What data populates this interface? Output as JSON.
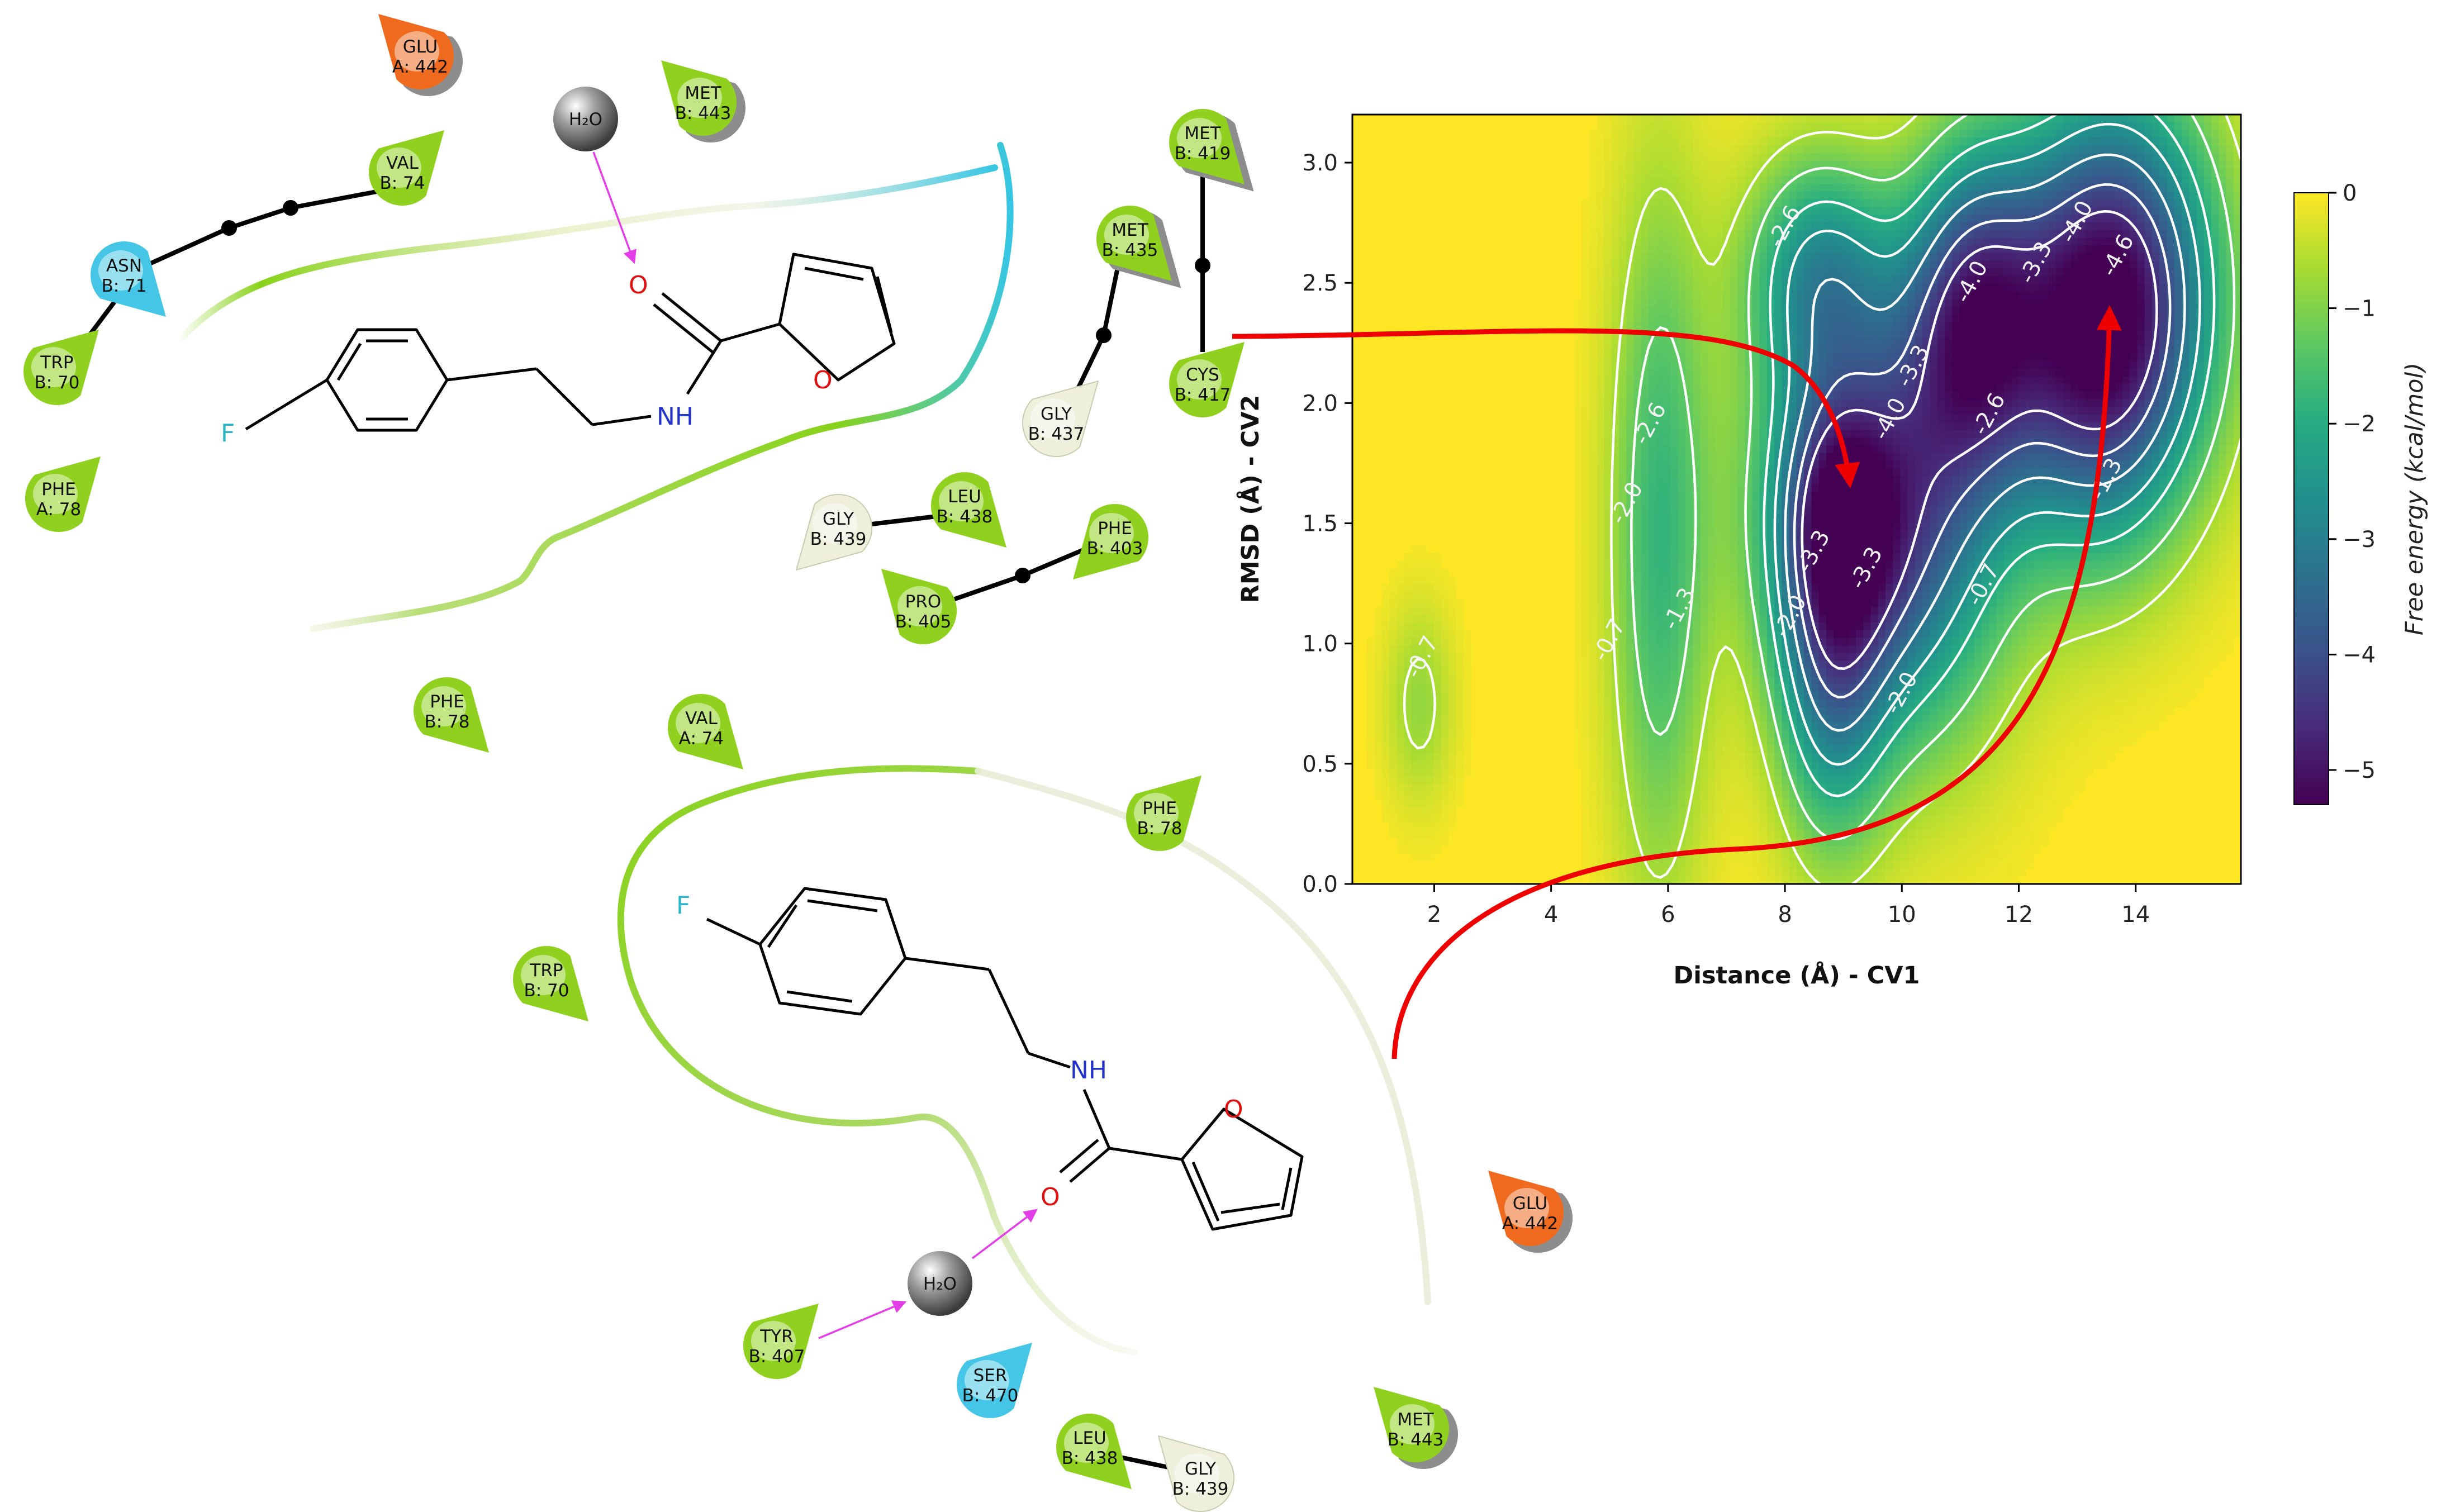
{
  "residues_top": [
    {
      "id": "glu-a442-top",
      "name": "GLU",
      "num": "A: 442",
      "kind": "negative"
    },
    {
      "id": "met-b443-top",
      "name": "MET",
      "num": "B: 443",
      "kind": "hydrophobic"
    },
    {
      "id": "val-b74-top",
      "name": "VAL",
      "num": "B: 74",
      "kind": "hydrophobic"
    },
    {
      "id": "asn-b71-top",
      "name": "ASN",
      "num": "B: 71",
      "kind": "polar"
    },
    {
      "id": "trp-b70-top",
      "name": "TRP",
      "num": "B: 70",
      "kind": "hydrophobic"
    },
    {
      "id": "phe-a78-top",
      "name": "PHE",
      "num": "A: 78",
      "kind": "hydrophobic"
    },
    {
      "id": "met-b419-top",
      "name": "MET",
      "num": "B: 419",
      "kind": "hydrophobic"
    },
    {
      "id": "met-b435-top",
      "name": "MET",
      "num": "B: 435",
      "kind": "hydrophobic"
    },
    {
      "id": "cys-b417-top",
      "name": "CYS",
      "num": "B: 417",
      "kind": "hydrophobic"
    },
    {
      "id": "gly-b437-top",
      "name": "GLY",
      "num": "B: 437",
      "kind": "glycine"
    },
    {
      "id": "leu-b438-top",
      "name": "LEU",
      "num": "B: 438",
      "kind": "hydrophobic"
    },
    {
      "id": "gly-b439-top",
      "name": "GLY",
      "num": "B: 439",
      "kind": "glycine"
    },
    {
      "id": "phe-b403-top",
      "name": "PHE",
      "num": "B: 403",
      "kind": "hydrophobic"
    },
    {
      "id": "pro-b405-top",
      "name": "PRO",
      "num": "B: 405",
      "kind": "hydrophobic"
    },
    {
      "id": "phe-b78-top",
      "name": "PHE",
      "num": "B: 78",
      "kind": "hydrophobic"
    },
    {
      "id": "val-a74-top",
      "name": "VAL",
      "num": "A: 74",
      "kind": "hydrophobic"
    }
  ],
  "residues_bottom": [
    {
      "id": "phe-b78-bot",
      "name": "PHE",
      "num": "B: 78",
      "kind": "hydrophobic"
    },
    {
      "id": "trp-b70-bot",
      "name": "TRP",
      "num": "B: 70",
      "kind": "hydrophobic"
    },
    {
      "id": "glu-a442-bot",
      "name": "GLU",
      "num": "A: 442",
      "kind": "negative"
    },
    {
      "id": "tyr-b407-bot",
      "name": "TYR",
      "num": "B: 407",
      "kind": "hydrophobic"
    },
    {
      "id": "ser-b470-bot",
      "name": "SER",
      "num": "B: 470",
      "kind": "polar"
    },
    {
      "id": "leu-b438-bot",
      "name": "LEU",
      "num": "B: 438",
      "kind": "hydrophobic"
    },
    {
      "id": "gly-b439-bot",
      "name": "GLY",
      "num": "B: 439",
      "kind": "glycine"
    },
    {
      "id": "met-b443-bot",
      "name": "MET",
      "num": "B: 443",
      "kind": "hydrophobic"
    }
  ],
  "water_label": "H₂O",
  "atoms": {
    "fluorine": "F",
    "oxygen": "O",
    "amide_nh": "NH"
  },
  "colors": {
    "hydrophobic": "#8fd11e",
    "polar": "#45c6e6",
    "negative": "#ef6a1f",
    "glycine": "#eef0dc",
    "hbond": "#e43ee8",
    "arrow": "#ee0000",
    "pocket": "#88d21a",
    "pocket_polar": "#36c6e4"
  },
  "chart_data": {
    "type": "heatmap",
    "title": "",
    "xlabel": "Distance (Å) - CV1",
    "ylabel": "RMSD (Å) - CV2",
    "xlim": [
      0.6,
      15.8
    ],
    "ylim": [
      0.0,
      3.2
    ],
    "xticks": [
      2,
      4,
      6,
      8,
      10,
      12,
      14
    ],
    "xtick_labels": [
      "2",
      "4",
      "6",
      "8",
      "10",
      "12",
      "14"
    ],
    "yticks": [
      0.0,
      0.5,
      1.0,
      1.5,
      2.0,
      2.5,
      3.0
    ],
    "ytick_labels": [
      "0.0",
      "0.5",
      "1.0",
      "1.5",
      "2.0",
      "2.5",
      "3.0"
    ],
    "colorbar": {
      "label": "Free energy (kcal/mol)",
      "min": -5.3,
      "max": 0,
      "ticks": [
        0,
        -1,
        -2,
        -3,
        -4,
        -5
      ],
      "tick_labels": [
        "0",
        "−1",
        "−2",
        "−3",
        "−4",
        "−5"
      ],
      "colormap": "viridis"
    },
    "contour_levels": [
      -0.7,
      -1.3,
      -2.0,
      -2.6,
      -3.3,
      -4.0,
      -4.6
    ],
    "contour_labels": [
      {
        "text": "-0.7",
        "x": 1.9,
        "y": 0.93
      },
      {
        "text": "-0.7",
        "x": 5.1,
        "y": 1.0
      },
      {
        "text": "-2.0",
        "x": 5.4,
        "y": 1.57
      },
      {
        "text": "-2.6",
        "x": 5.8,
        "y": 1.9
      },
      {
        "text": "-1.3",
        "x": 6.3,
        "y": 1.13
      },
      {
        "text": "-2.6",
        "x": 8.1,
        "y": 2.72
      },
      {
        "text": "-4.0",
        "x": 9.9,
        "y": 1.92
      },
      {
        "text": "-3.3",
        "x": 8.6,
        "y": 1.37
      },
      {
        "text": "-2.0",
        "x": 8.2,
        "y": 1.1
      },
      {
        "text": "-3.3",
        "x": 9.5,
        "y": 1.3
      },
      {
        "text": "-2.0",
        "x": 10.1,
        "y": 0.78
      },
      {
        "text": "-0.7",
        "x": 11.5,
        "y": 1.23
      },
      {
        "text": "-3.3",
        "x": 10.3,
        "y": 2.14
      },
      {
        "text": "-4.0",
        "x": 11.3,
        "y": 2.49
      },
      {
        "text": "-2.6",
        "x": 11.6,
        "y": 1.94
      },
      {
        "text": "-3.3",
        "x": 12.4,
        "y": 2.57
      },
      {
        "text": "-4.0",
        "x": 13.1,
        "y": 2.74
      },
      {
        "text": "-4.6",
        "x": 13.8,
        "y": 2.6
      },
      {
        "text": "-1.3",
        "x": 13.6,
        "y": 1.67
      }
    ],
    "basins": [
      {
        "x": 1.75,
        "y": 0.75,
        "sx": 0.42,
        "sy": 0.3,
        "depth": 0.85
      },
      {
        "x": 5.85,
        "y": 1.45,
        "sx": 0.6,
        "sy": 1.05,
        "depth": 1.75
      },
      {
        "x": 8.6,
        "y": 2.55,
        "sx": 0.9,
        "sy": 0.35,
        "depth": 2.4
      },
      {
        "x": 9.3,
        "y": 1.6,
        "sx": 1.25,
        "sy": 0.55,
        "depth": 3.3
      },
      {
        "x": 8.8,
        "y": 0.9,
        "sx": 0.65,
        "sy": 0.55,
        "depth": 2.3
      },
      {
        "x": 8.9,
        "y": 1.55,
        "sx": 0.6,
        "sy": 0.3,
        "depth": 1.3
      },
      {
        "x": 11.2,
        "y": 2.35,
        "sx": 0.85,
        "sy": 0.5,
        "depth": 4.0
      },
      {
        "x": 13.6,
        "y": 2.45,
        "sx": 1.25,
        "sy": 0.6,
        "depth": 5.1
      },
      {
        "x": 13.2,
        "y": 1.9,
        "sx": 1.0,
        "sy": 0.5,
        "depth": 1.2
      },
      {
        "x": 10.2,
        "y": 1.25,
        "sx": 1.3,
        "sy": 0.6,
        "depth": 1.6
      }
    ]
  }
}
